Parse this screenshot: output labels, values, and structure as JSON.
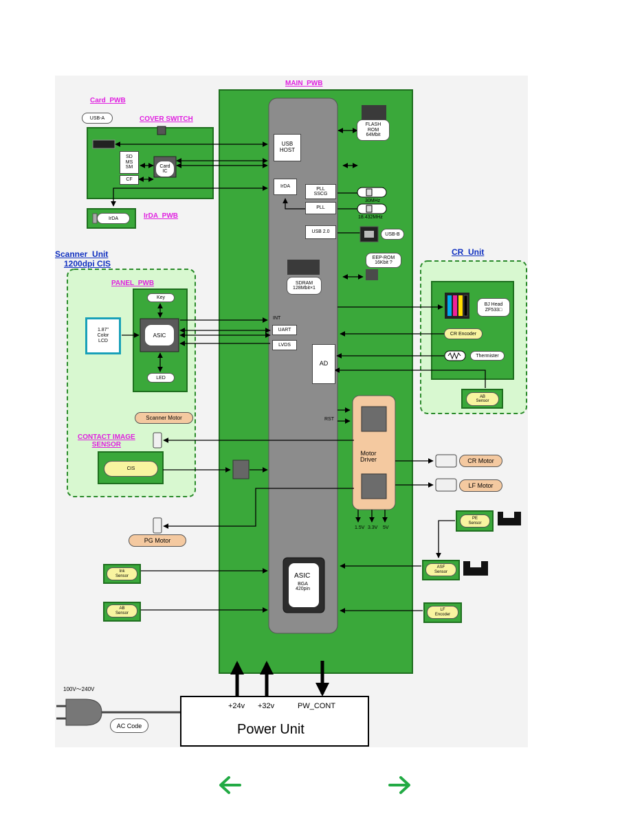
{
  "labels": {
    "main_pwb": "MAIN_PWB",
    "card_pwb": "Card_PWB",
    "usb_a": "USB-A",
    "cover_switch": "COVER SWITCH",
    "usb_host": "USB\nHOST",
    "flash_rom": "FLASH\nROM\n64Mbit",
    "sd_ms_sm": "SD\nMS\nSM",
    "card_ic": "Card\nIC",
    "cf": "CF",
    "irda": "IrDA",
    "irda_pwb": "IrDA_PWB",
    "irda_chip": "IrDA",
    "pll_sscg": "PLL\nSSCG",
    "pll": "PLL",
    "xtal_30": "30MHz",
    "xtal_18": "18.432MHz",
    "usb_20": "USB 2.0",
    "usb_b": "USB-B",
    "scanner_unit": "Scanner_Unit",
    "cis_1200": "1200dpi CIS",
    "eep_rom": "EEP-ROM\n16Kbit ?",
    "sdram": "SDRAM\n128Mbit×1",
    "cr_unit": "CR_Unit",
    "panel_pwb": "PANEL_PWB",
    "key": "Key",
    "lcd": "1.87\"\nColor\nLCD",
    "asic_panel": "ASIC",
    "led": "LED",
    "int": "INT",
    "uart": "UART",
    "lvds": "LVDS",
    "ad": "AD",
    "bj_head": "BJ Head\nZF533□",
    "cr_encoder": "CR Encoder",
    "thermister": "Thermister",
    "ab_sensor_cr": "AB\nSensor",
    "scanner_motor": "Scanner Motor",
    "contact_image_sensor": "CONTACT IMAGE\nSENSOR",
    "rst": "RST",
    "motor_driver": "Motor\nDriver",
    "cr_motor": "CR Motor",
    "lf_motor": "LF Motor",
    "cis": "CIS",
    "pg_motor": "PG Motor",
    "v15": "1.5V",
    "v33": "3.3V",
    "v5": "5V",
    "pe_sensor": "PE\nSensor",
    "ink_sensor": "Ink\nSensor",
    "asic_main": "ASIC",
    "asic_bga": "BGA\n420pin",
    "asf_sensor": "ASF\nSensor",
    "ab_sensor": "AB\nSensor",
    "lf_encoder": "LF\nEncoder",
    "ac_range": "100V～240V",
    "ac_code": "AC Code",
    "v24": "+24v",
    "v32": "+32v",
    "pw_cont": "PW_CONT",
    "power_unit": "Power Unit"
  },
  "colors": {
    "board_green": "#3aa83a",
    "unit_zone": "#d8f8d0",
    "core_gray": "#8c8c8c",
    "label_magenta": "#e020e0",
    "label_blue": "#1030c0",
    "nav_arrow": "#22aa44"
  },
  "nav": {
    "prev_icon": "arrow-left-icon",
    "next_icon": "arrow-right-icon"
  }
}
